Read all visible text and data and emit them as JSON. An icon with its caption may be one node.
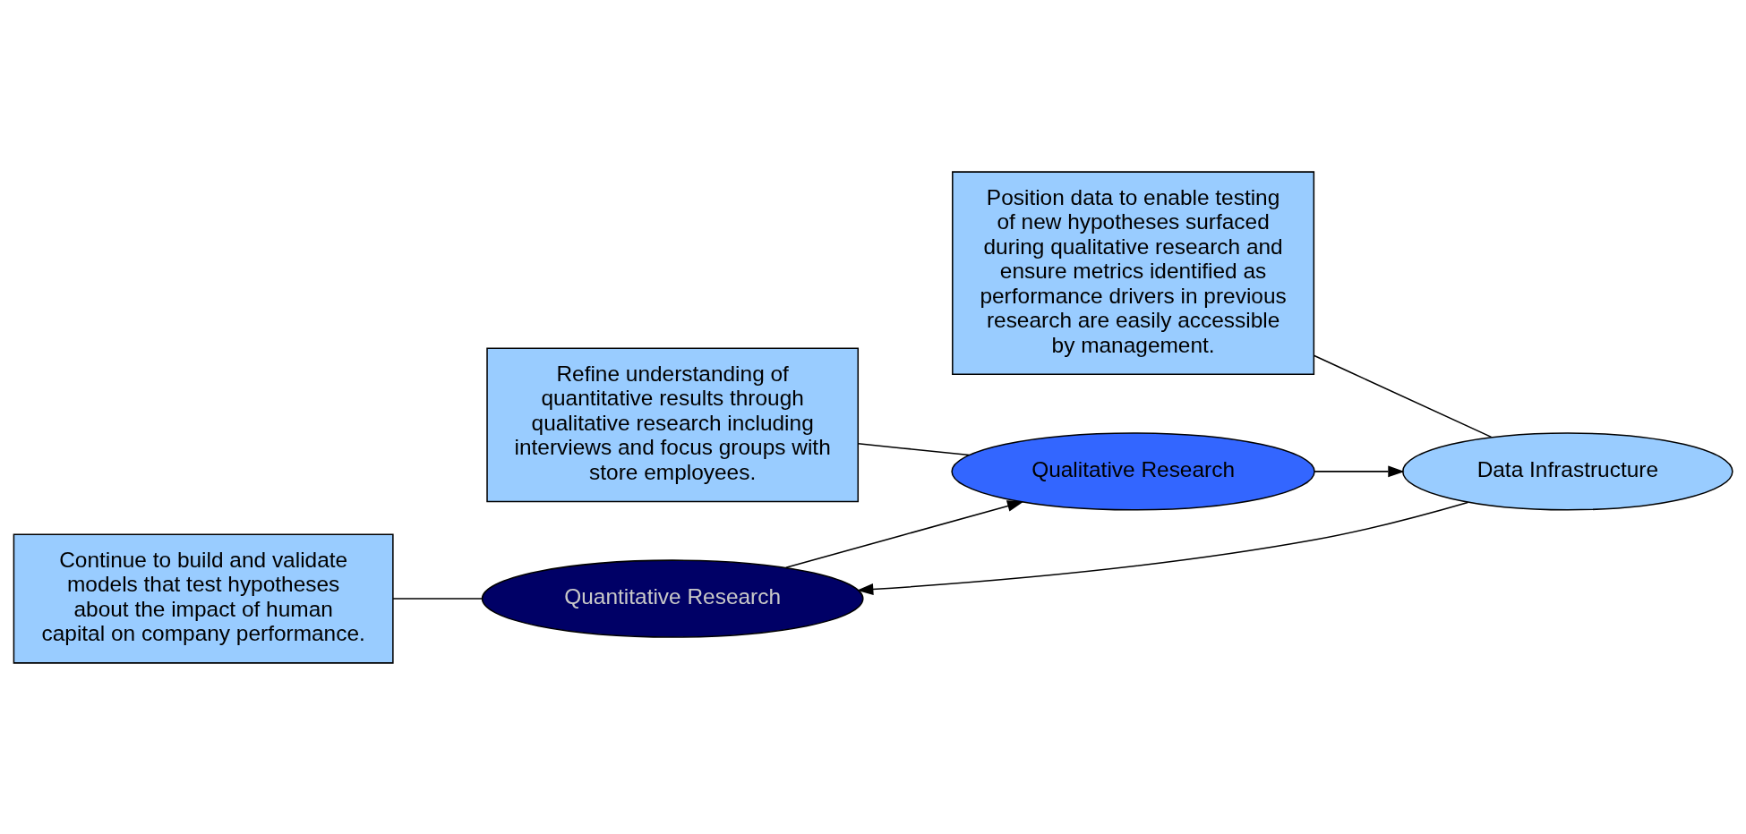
{
  "diagram": {
    "nodes": [
      {
        "text": [
          "Quantitative Research"
        ]
      },
      {
        "text": [
          "Continue to build and validate models that test hypotheses about the impact of human capital on company performance."
        ]
      },
      {
        "text": [
          "Position data to enable testing of new hypotheses surfaced during qualitative research and ensure metrics identified as performance drivers in previous research are easily accessible by management."
        ]
      },
      {
        "text": [
          "Data Infrastructure"
        ]
      },
      {
        "text": [
          "Qualitative Research"
        ]
      },
      {
        "text": [
          "Refine understanding of quantitative results through qualitative research including interviews and focus groups with store employees."
        ]
      }
    ],
    "edges": [
      {
        "from": 0,
        "to": 4,
        "arrow": "to"
      },
      {
        "from": 4,
        "to": 3,
        "arrow": "to"
      },
      {
        "from": 3,
        "to": 0,
        "arrow": "to"
      },
      {
        "from": 1,
        "to": 0,
        "arrow": "none"
      },
      {
        "from": 2,
        "to": 3,
        "arrow": "none"
      },
      {
        "from": 5,
        "to": 4,
        "arrow": "none"
      }
    ]
  }
}
